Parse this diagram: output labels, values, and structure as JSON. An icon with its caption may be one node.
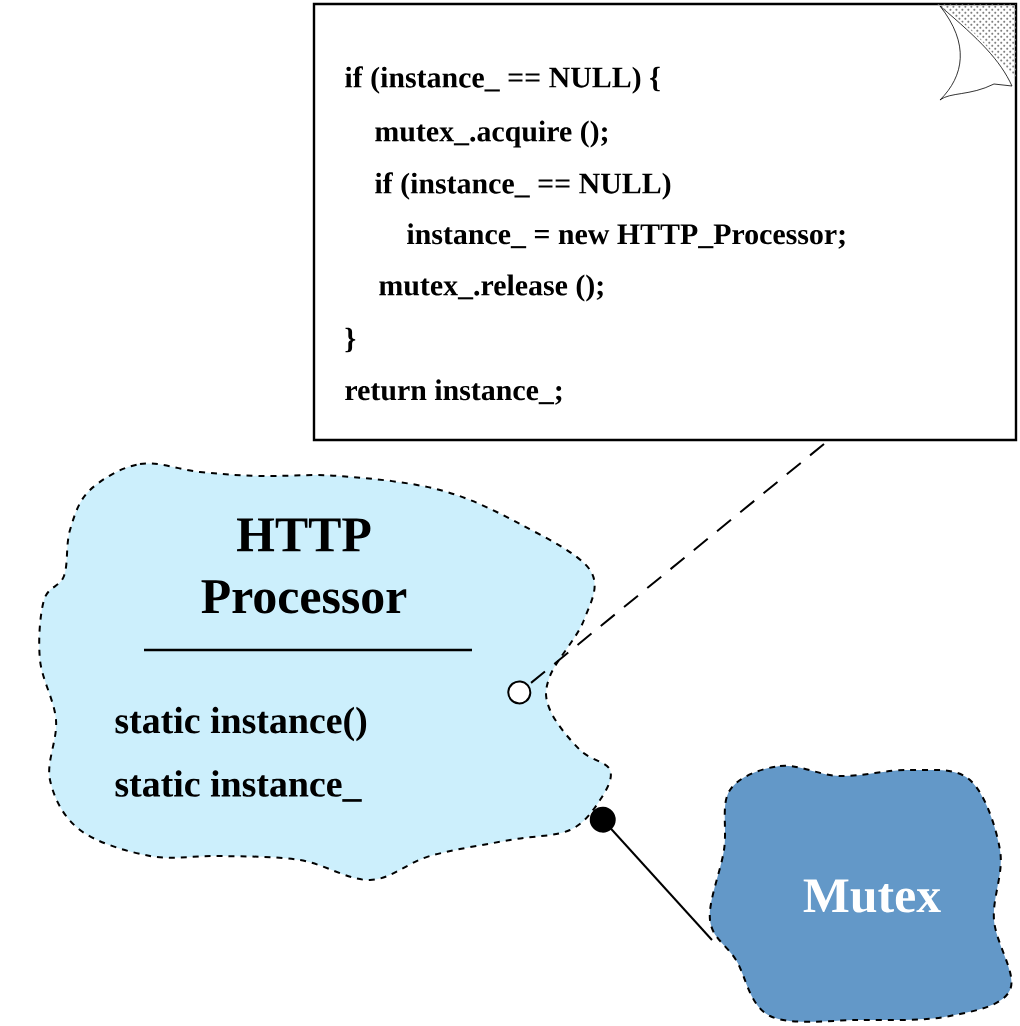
{
  "diagram": {
    "nodes": [
      {
        "text": [
          "if (instance_ == NULL) {",
          "mutex_.acquire ();",
          "if (instance_ == NULL)",
          "instance_ = new HTTP_Processor;",
          "mutex_.release ();",
          "}",
          "return instance_;"
        ]
      },
      {
        "text": [
          "HTTP Processor",
          "static instance()",
          "static instance_"
        ]
      },
      {
        "text": [
          "Mutex"
        ]
      }
    ],
    "edges": [
      {
        "from": 0,
        "to": 1,
        "arrow": "other",
        "style": "dashed"
      },
      {
        "from": 2,
        "to": 1,
        "arrow": "other"
      }
    ]
  }
}
